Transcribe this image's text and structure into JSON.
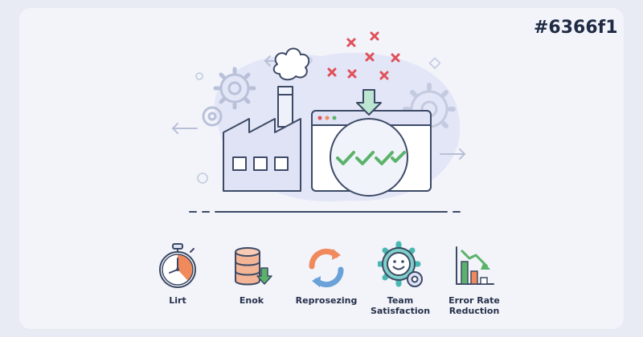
{
  "brand": {
    "hex_label": "#6366f1"
  },
  "colors": {
    "accent": "#6366f1",
    "check": "#5bb36a",
    "cross": "#e0505a",
    "orange": "#f08a5d",
    "teal": "#4ab8b0",
    "line": "#3d4a66"
  },
  "illustration": {
    "icons": [
      "factory-icon",
      "browser-window-icon",
      "gear-icon",
      "arrow-icon",
      "check-icon",
      "cross-icon"
    ]
  },
  "metrics": [
    {
      "label": "Lirt",
      "icon": "stopwatch-icon"
    },
    {
      "label": "Enok",
      "icon": "database-download-icon"
    },
    {
      "label": "Reprosezing",
      "icon": "refresh-cycle-icon"
    },
    {
      "label": "Team\nSatisfaction",
      "icon": "happy-gear-icon"
    },
    {
      "label": "Error Rate\nReduction",
      "icon": "bar-chart-down-icon"
    }
  ]
}
